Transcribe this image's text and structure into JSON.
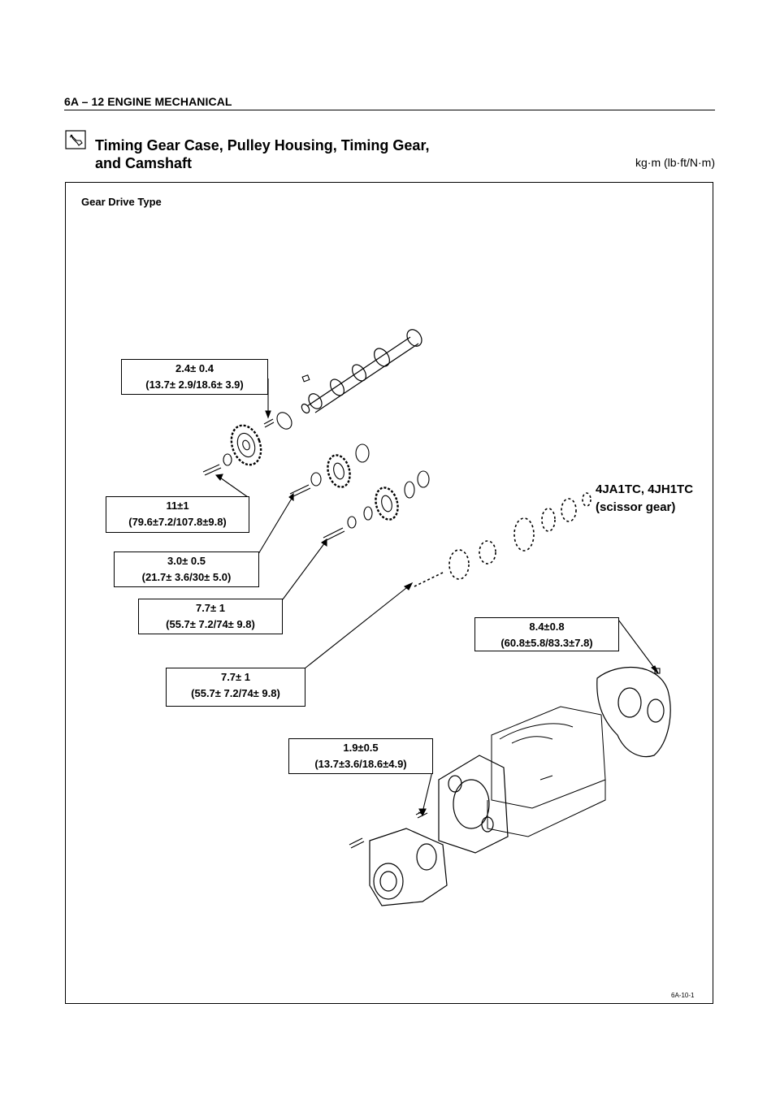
{
  "header": {
    "title": "6A – 12  ENGINE MECHANICAL"
  },
  "section": {
    "icon": "wrench-icon",
    "title_line1": "Timing Gear Case, Pulley Housing, Timing Gear,",
    "title_line2": "and Camshaft",
    "units": "kg·m (lb·ft/N·m)"
  },
  "figure": {
    "label": "Gear Drive Type",
    "code": "6A-10-1",
    "variant_line1": "4JA1TC, 4JH1TC",
    "variant_line2": "(scissor gear)",
    "torques": [
      {
        "line1": "2.4±  0.4",
        "line2": "(13.7±  2.9/18.6±  3.9)"
      },
      {
        "line1": "11±1",
        "line2": "(79.6±7.2/107.8±9.8)"
      },
      {
        "line1": "3.0±  0.5",
        "line2": "(21.7±  3.6/30±  5.0)"
      },
      {
        "line1": "7.7±  1",
        "line2": "(55.7±  7.2/74±  9.8)"
      },
      {
        "line1": "7.7±  1",
        "line2": "(55.7±  7.2/74±  9.8)"
      },
      {
        "line1": "8.4±0.8",
        "line2": "(60.8±5.8/83.3±7.8)"
      },
      {
        "line1": "1.9±0.5",
        "line2": "(13.7±3.6/18.6±4.9)"
      }
    ]
  }
}
